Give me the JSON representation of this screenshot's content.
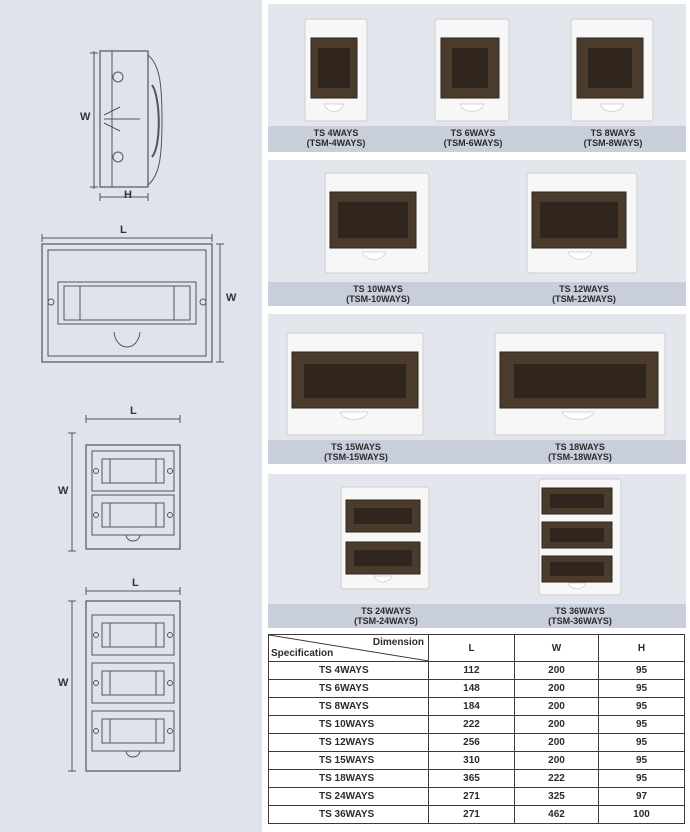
{
  "diagram": {
    "side_view": {
      "w_label": "W",
      "h_label": "H"
    },
    "single_row": {
      "l_label": "L",
      "w_label": "W"
    },
    "double_row": {
      "l_label": "L",
      "w_label": "W"
    },
    "triple_row": {
      "l_label": "L",
      "w_label": "W"
    }
  },
  "products": [
    {
      "name": "TS 4WAYS",
      "code": "(TSM-4WAYS)"
    },
    {
      "name": "TS 6WAYS",
      "code": "(TSM-6WAYS)"
    },
    {
      "name": "TS 8WAYS",
      "code": "(TSM-8WAYS)"
    },
    {
      "name": "TS 10WAYS",
      "code": "(TSM-10WAYS)"
    },
    {
      "name": "TS 12WAYS",
      "code": "(TSM-12WAYS)"
    },
    {
      "name": "TS 15WAYS",
      "code": "(TSM-15WAYS)"
    },
    {
      "name": "TS 18WAYS",
      "code": "(TSM-18WAYS)"
    },
    {
      "name": "TS 24WAYS",
      "code": "(TSM-24WAYS)"
    },
    {
      "name": "TS 36WAYS",
      "code": "(TSM-36WAYS)"
    }
  ],
  "table": {
    "header_dimension": "Dimension",
    "header_specification": "Specification",
    "columns": [
      "L",
      "W",
      "H"
    ],
    "rows": [
      {
        "spec": "TS 4WAYS",
        "L": "112",
        "W": "200",
        "H": "95"
      },
      {
        "spec": "TS 6WAYS",
        "L": "148",
        "W": "200",
        "H": "95"
      },
      {
        "spec": "TS 8WAYS",
        "L": "184",
        "W": "200",
        "H": "95"
      },
      {
        "spec": "TS 10WAYS",
        "L": "222",
        "W": "200",
        "H": "95"
      },
      {
        "spec": "TS 12WAYS",
        "L": "256",
        "W": "200",
        "H": "95"
      },
      {
        "spec": "TS 15WAYS",
        "L": "310",
        "W": "200",
        "H": "95"
      },
      {
        "spec": "TS 18WAYS",
        "L": "365",
        "W": "222",
        "H": "95"
      },
      {
        "spec": "TS 24WAYS",
        "L": "271",
        "W": "325",
        "H": "97"
      },
      {
        "spec": "TS 36WAYS",
        "L": "271",
        "W": "462",
        "H": "100"
      }
    ]
  }
}
